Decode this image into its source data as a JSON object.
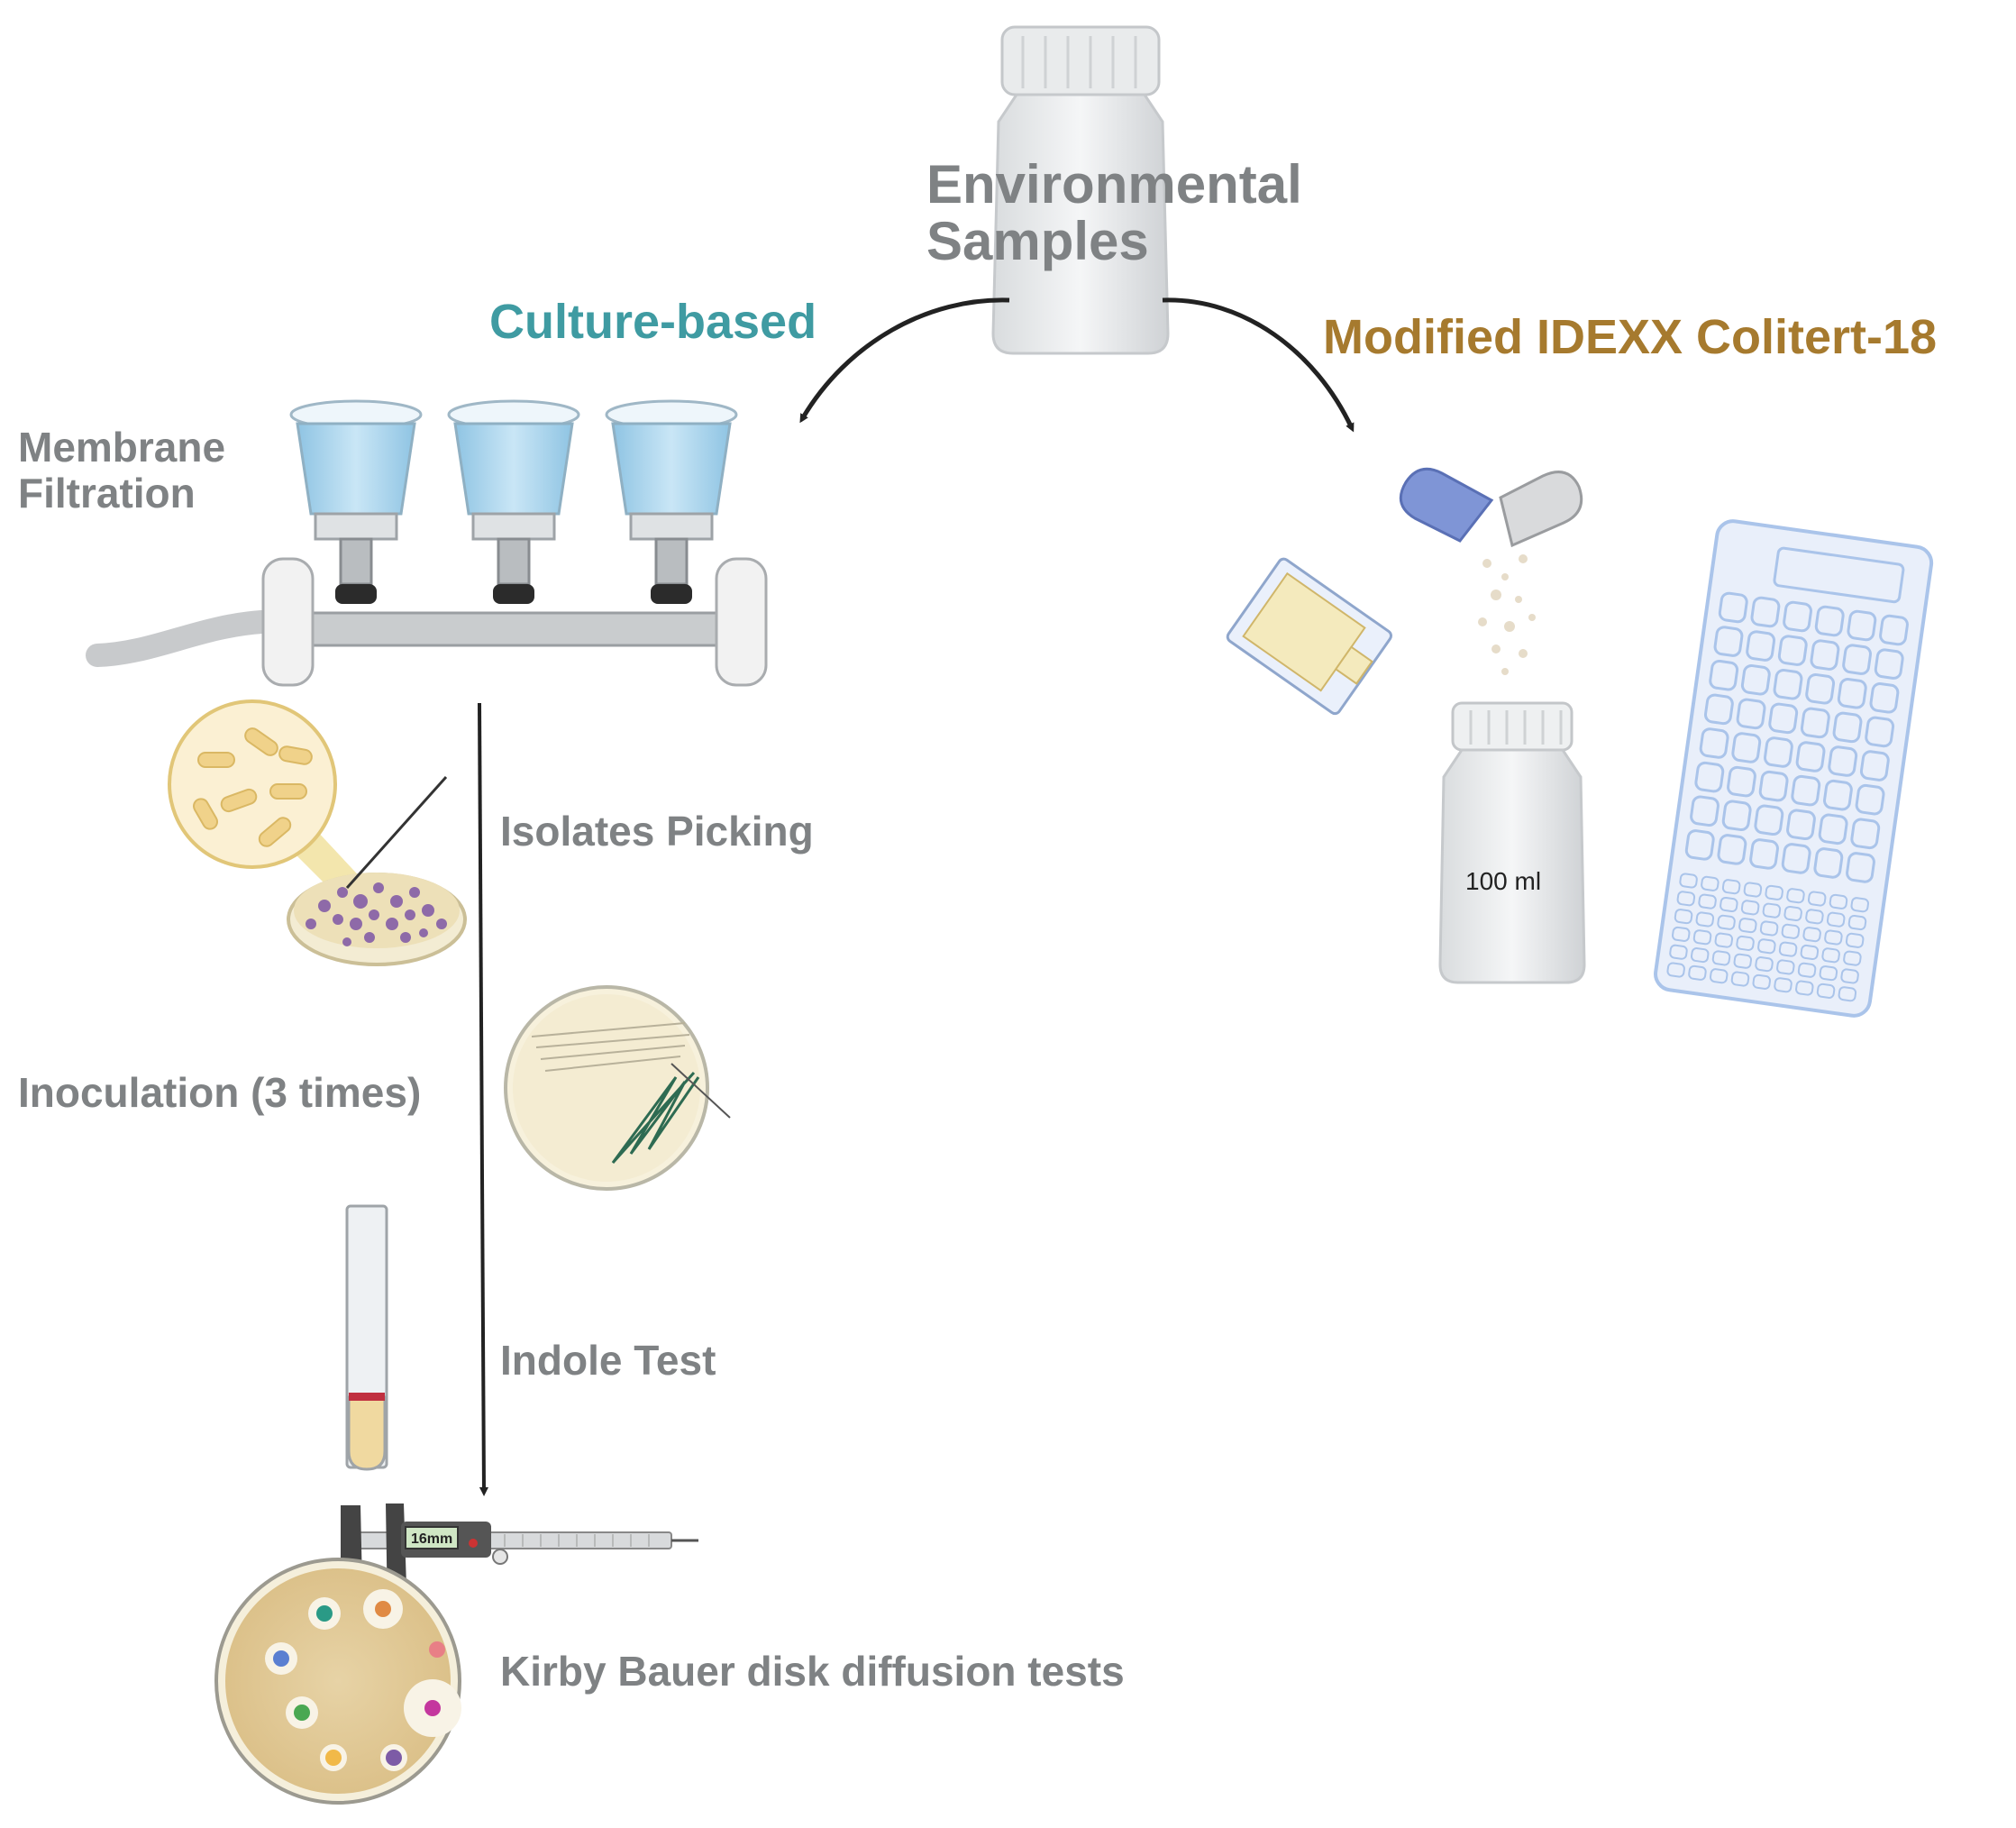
{
  "labels": {
    "env_line1": "Environmental",
    "env_line2": "Samples",
    "culture_based": "Culture-based",
    "idexx": "Modified IDEXX Colitert-18",
    "membrane_line1": "Membrane",
    "membrane_line2": "Filtration",
    "isolates": "Isolates Picking",
    "inoculation": "Inoculation (3 times)",
    "indole": "Indole Test",
    "kirby": "Kirby Bauer disk diffusion tests",
    "bottle_volume": "100 ml",
    "caliper_reading": "16mm"
  },
  "colors": {
    "label_gray": "#7f8284",
    "culture_teal": "#3f9ba2",
    "idexx_gold": "#a67a2e",
    "water_blue": "#a9d6ee",
    "tray_blue": "#aac4ea",
    "agar_tan": "#e2c995",
    "capsule_blue": "#7f95d6",
    "streak_green": "#2e6b52"
  },
  "icons": [
    "sample-bottle-icon",
    "filtration-manifold-icon",
    "petri-dish-icon",
    "magnifier-bacteria-icon",
    "streak-plate-icon",
    "test-tube-icon",
    "caliper-icon",
    "kirby-plate-icon",
    "capsule-icon",
    "reagent-packet-icon",
    "quanti-tray-icon"
  ]
}
